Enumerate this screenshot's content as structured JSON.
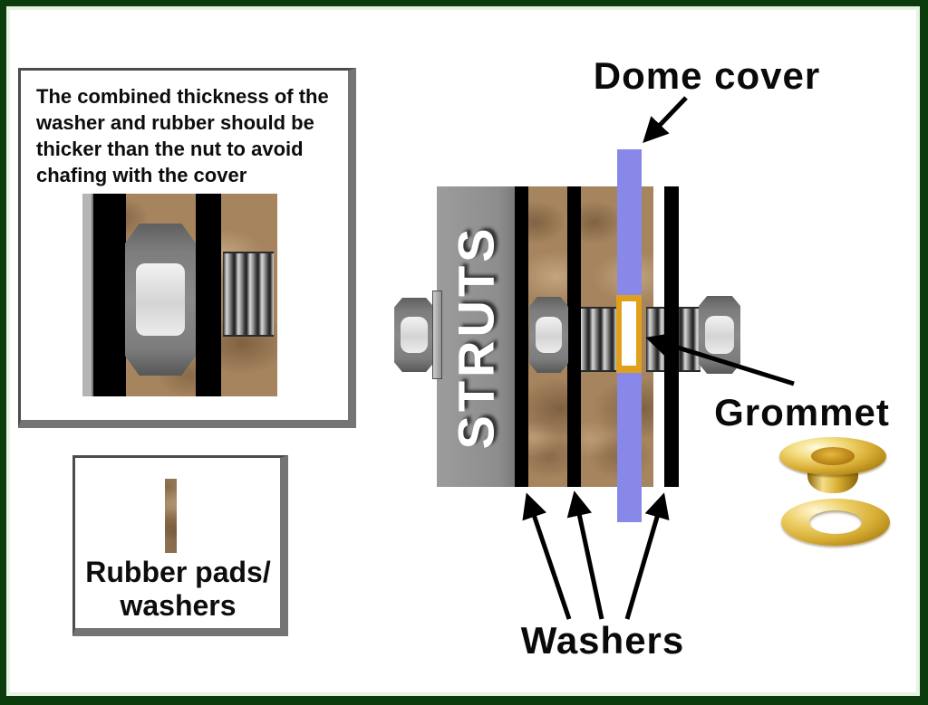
{
  "frame": {
    "border_color": "#0c3b0c",
    "inner_tint": "#e6f4e6",
    "background": "#ffffff"
  },
  "note_box": {
    "text": "The combined thickness of the washer and rubber should be thicker than the nut to avoid chafing with the cover"
  },
  "rubber_box": {
    "line1": "Rubber pads/",
    "line2": "washers"
  },
  "assembly": {
    "strut_label": "STRUTS",
    "colors": {
      "strut_gray": "#8f8f8f",
      "washer_black": "#000000",
      "rubber_brown": "#a5845e",
      "dome_cover_blue": "#8888e8",
      "grommet_orange": "#e0a01c",
      "brass_gold": "#d4aa30",
      "arrow_black": "#000000"
    }
  },
  "labels": {
    "dome_cover": "Dome cover",
    "grommet": "Grommet",
    "washers": "Washers"
  }
}
